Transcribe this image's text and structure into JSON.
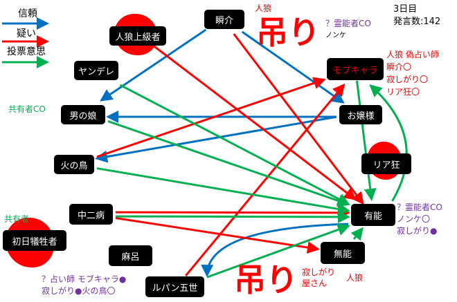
{
  "legend": {
    "trust": "信頼",
    "doubt": "疑い",
    "vote": "投票意思"
  },
  "colors": {
    "trust": "#0070c0",
    "doubt": "#ff0000",
    "vote": "#00b050",
    "note_purple": "#7030a0",
    "note_red": "#e00000"
  },
  "status": {
    "day": "3日目",
    "remarks": "発言数:142"
  },
  "nodes": {
    "shunsuke": "瞬介",
    "jinro_jokyu": "人狼上級者",
    "yandere": "ヤンデレ",
    "otokonoko": "男の娘",
    "hinotori": "火の鳥",
    "chunibyo": "中二病",
    "shonichi": "初日犠牲者",
    "maro": "麻呂",
    "lupin": "ルパン五世",
    "muno": "無能",
    "yuno": "有能",
    "ojosama": "お嬢様",
    "riakyo": "リア狂",
    "mobu": "モブキャラ"
  },
  "notes": {
    "shunsuke_role": "人狼",
    "hang1": "吊り",
    "nonke": "ノンケ",
    "medium_co_top": "？霊能者CO",
    "mobu_notes": [
      "人狼 偽占い師",
      "瞬介〇",
      "寂しがり〇",
      "リア狂〇"
    ],
    "kyoyu_co": "共有者CO",
    "kyoyu": "共有者",
    "yuno_notes": [
      "？霊能者CO",
      "ノンケ〇",
      "寂しがり●"
    ],
    "lupin_notes": [
      "？占い師 モブキャラ●",
      "寂しがり●火の鳥〇"
    ],
    "hang2": "吊り",
    "sabishi": [
      "寂しがり",
      "屋さん"
    ],
    "sabishi_role": "人狼"
  },
  "edges": [
    {
      "from": "shunsuke",
      "to": "otokonoko",
      "type": "trust"
    },
    {
      "from": "shunsuke",
      "to": "ojosama",
      "type": "trust"
    },
    {
      "from": "ojosama",
      "to": "otokonoko",
      "type": "trust"
    },
    {
      "from": "ojosama",
      "to": "hinotori",
      "type": "trust"
    },
    {
      "from": "yuno",
      "to": "lupin",
      "type": "trust"
    },
    {
      "from": "shunsuke",
      "to": "yuno",
      "type": "doubt"
    },
    {
      "from": "jinro_jokyu",
      "to": "yuno",
      "type": "doubt"
    },
    {
      "from": "hinotori",
      "to": "mobu",
      "type": "doubt"
    },
    {
      "from": "lupin",
      "to": "mobu",
      "type": "doubt"
    },
    {
      "from": "chunibyo",
      "to": "yuno",
      "type": "doubt"
    },
    {
      "from": "chunibyo",
      "to": "muno",
      "type": "doubt"
    },
    {
      "from": "yandere",
      "to": "yuno",
      "type": "vote"
    },
    {
      "from": "otokonoko",
      "to": "yuno",
      "type": "vote"
    },
    {
      "from": "hinotori",
      "to": "yuno",
      "type": "vote"
    },
    {
      "from": "chunibyo",
      "to": "yuno",
      "type": "vote"
    },
    {
      "from": "mobu",
      "to": "yuno",
      "type": "vote"
    },
    {
      "from": "muno",
      "to": "yuno",
      "type": "vote"
    },
    {
      "from": "lupin",
      "to": "yuno",
      "type": "vote"
    },
    {
      "from": "yuno",
      "to": "mobu",
      "type": "vote"
    }
  ]
}
